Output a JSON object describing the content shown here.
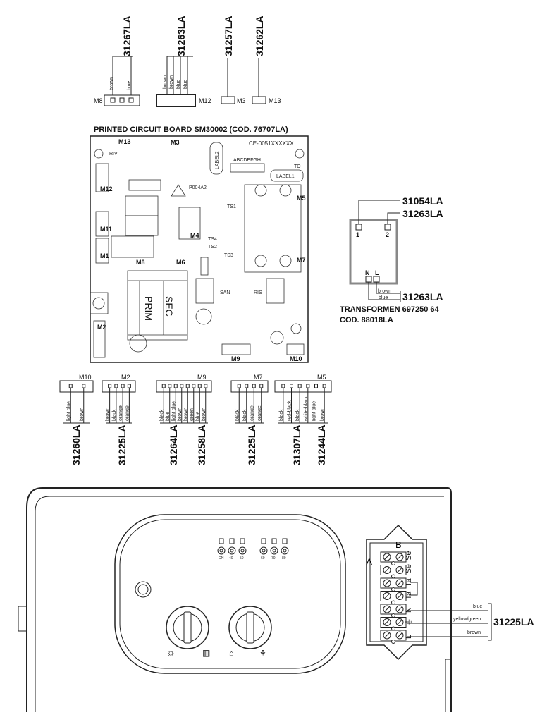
{
  "top_connectors": [
    {
      "connector": "M8",
      "part": "31267LA",
      "wires": [
        "brown",
        "blue"
      ]
    },
    {
      "connector": "M12",
      "part": "31263LA",
      "wires": [
        "brown",
        "brown",
        "blue",
        "blue"
      ]
    },
    {
      "connector": "M3",
      "part": "31257LA",
      "wires": []
    },
    {
      "connector": "M13",
      "part": "31262LA",
      "wires": []
    }
  ],
  "pcb": {
    "title": "PRINTED CIRCUIT BOARD SM30002  (COD. 76707LA)",
    "ce": "CE-0051XXXXXX",
    "label1": "LABEL1",
    "label2": "LABEL2",
    "dip": "ABCDEFGH",
    "code": "P004A2",
    "riv": "RIV",
    "to": "TO",
    "prim": "PRIM",
    "sec": "SEC",
    "san": "SAN",
    "ris": "RIS",
    "ts1": "TS1",
    "ts2": "TS2",
    "ts3": "TS3",
    "ts4": "TS4",
    "connectors": [
      "M13",
      "M3",
      "M12",
      "M11",
      "M1",
      "M8",
      "M6",
      "M4",
      "M5",
      "M7",
      "M2",
      "M9",
      "M10"
    ]
  },
  "transformer": {
    "part_1": "31054LA",
    "part_2": "31263LA",
    "part_nl": "31263LA",
    "pin1": "1",
    "pin2": "2",
    "pinN": "N",
    "pinL": "L",
    "wire_l": "brown",
    "wire_n": "blue",
    "title": "TRANSFORMEN 697250 64",
    "code": "COD. 88018LA"
  },
  "bottom_connectors": [
    {
      "connector": "M10",
      "wires": [
        "light blue",
        "brown"
      ],
      "parts": [
        "31260LA"
      ]
    },
    {
      "connector": "M2",
      "wires": [
        "brown",
        "black",
        "orange",
        "orange"
      ],
      "parts": [
        "31225LA"
      ]
    },
    {
      "connector": "M9",
      "wires": [
        "black",
        "blue",
        "light blue",
        "brown",
        "brown",
        "green",
        "blue",
        "brown"
      ],
      "parts": [
        "31264LA",
        "31258LA"
      ]
    },
    {
      "connector": "M7",
      "wires": [
        "black",
        "black",
        "orange",
        "orange"
      ],
      "parts": [
        "31225LA"
      ]
    },
    {
      "connector": "M5",
      "wires": [
        "black",
        "red-black",
        "black",
        "white-black",
        "light blue",
        "brown"
      ],
      "parts": [
        "31307LA",
        "31244LA"
      ]
    }
  ],
  "panel": {
    "leds": [
      "ON",
      "40",
      "50",
      "60",
      "70",
      "80"
    ]
  },
  "terminal": {
    "label_a": "A",
    "label_b": "B",
    "terminals": [
      "Se",
      "Se",
      "Ta",
      "Ta",
      "N",
      "⏚",
      "L"
    ],
    "wires": [
      "blue",
      "yellow/green",
      "brown"
    ],
    "part": "31225LA"
  }
}
